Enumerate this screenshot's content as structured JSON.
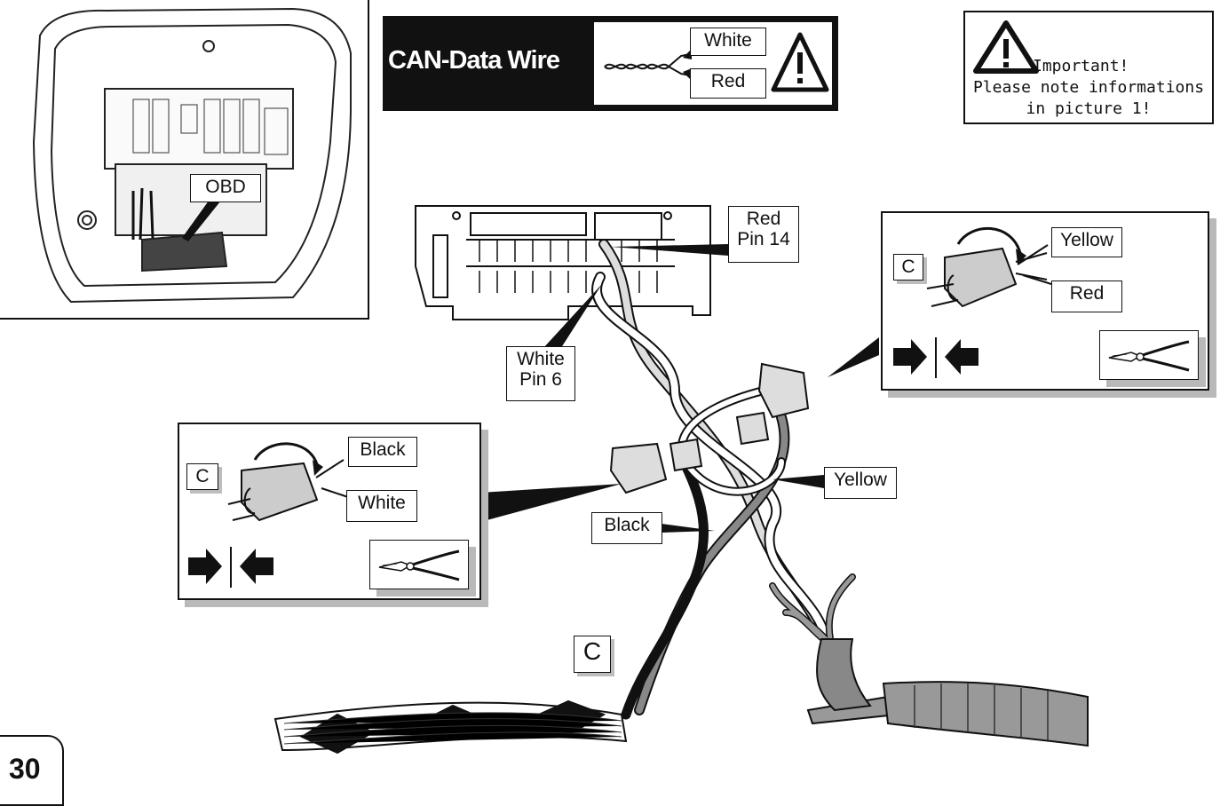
{
  "header": {
    "can_title": "CAN-Data Wire",
    "can_white": "White",
    "can_red": "Red"
  },
  "notice": {
    "line1": "Important!",
    "line2": "Please note informations",
    "line3": "in picture 1!"
  },
  "inset": {
    "obd_label": "OBD"
  },
  "connector": {
    "red_pin": "Red\nPin 14",
    "white_pin": "White\nPin 6"
  },
  "splice_right": {
    "c": "C",
    "yellow": "Yellow",
    "red": "Red"
  },
  "splice_left": {
    "c": "C",
    "black": "Black",
    "white": "White"
  },
  "wires": {
    "yellow": "Yellow",
    "black": "Black",
    "c": "C"
  },
  "page_number": "30"
}
